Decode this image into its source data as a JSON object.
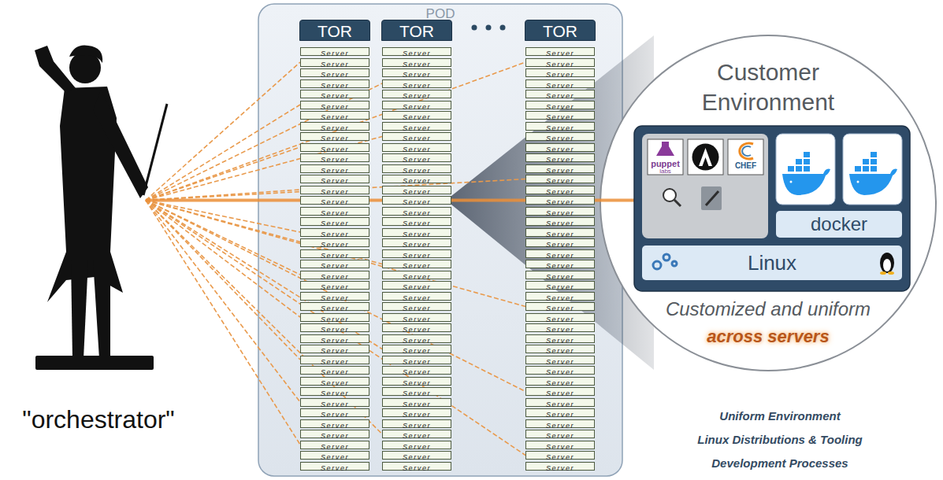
{
  "diagram": {
    "nodes": [
      {
        "text": [
          "POD"
        ]
      },
      {
        "text": [
          "TOR"
        ],
        "in": 0
      },
      {
        "text": [
          "TOR"
        ],
        "in": 0
      },
      {
        "text": [
          "TOR"
        ],
        "in": 0
      },
      {
        "text": [
          "Server"
        ],
        "in": 0
      },
      {
        "text": [
          "Server"
        ],
        "in": 0
      },
      {
        "text": [
          "Server"
        ],
        "in": 0
      },
      {
        "text": [
          "Server"
        ],
        "in": 0
      },
      {
        "text": [
          "Server"
        ],
        "in": 0
      },
      {
        "text": [
          "Server"
        ],
        "in": 0
      },
      {
        "text": [
          "Server"
        ],
        "in": 0
      },
      {
        "text": [
          "Server"
        ],
        "in": 0
      },
      {
        "text": [
          "Server"
        ],
        "in": 0
      },
      {
        "text": [
          "Server"
        ],
        "in": 0
      },
      {
        "text": [
          "Server"
        ],
        "in": 0
      },
      {
        "text": [
          "Server"
        ],
        "in": 0
      },
      {
        "text": [
          "Server"
        ],
        "in": 0
      },
      {
        "text": [
          "Server"
        ],
        "in": 0
      },
      {
        "text": [
          "Server"
        ],
        "in": 0
      },
      {
        "text": [
          "Server"
        ],
        "in": 0
      },
      {
        "text": [
          "Server"
        ],
        "in": 0
      },
      {
        "text": [
          "Server"
        ],
        "in": 0
      },
      {
        "text": [
          "Server"
        ],
        "in": 0
      },
      {
        "text": [
          "Server"
        ],
        "in": 0
      },
      {
        "text": [
          "Server"
        ],
        "in": 0
      },
      {
        "text": [
          "Server"
        ],
        "in": 0
      },
      {
        "text": [
          "Server"
        ],
        "in": 0
      },
      {
        "text": [
          "Server"
        ],
        "in": 0
      },
      {
        "text": [
          "Server"
        ],
        "in": 0
      },
      {
        "text": [
          "Server"
        ],
        "in": 0
      },
      {
        "text": [
          "Server"
        ],
        "in": 0
      },
      {
        "text": [
          "Server"
        ],
        "in": 0
      },
      {
        "text": [
          "Server"
        ],
        "in": 0
      },
      {
        "text": [
          "Server"
        ],
        "in": 0
      },
      {
        "text": [
          "Server"
        ],
        "in": 0
      },
      {
        "text": [
          "Server"
        ],
        "in": 0
      },
      {
        "text": [
          "Server"
        ],
        "in": 0
      },
      {
        "text": [
          "Server"
        ],
        "in": 0
      },
      {
        "text": [
          "Server"
        ],
        "in": 0
      },
      {
        "text": [
          "Server"
        ],
        "in": 0
      },
      {
        "text": [
          "Server"
        ],
        "in": 0
      },
      {
        "text": [
          "Server"
        ],
        "in": 0
      },
      {
        "text": [
          "Server"
        ],
        "in": 0
      },
      {
        "text": [
          "Server"
        ],
        "in": 0
      },
      {
        "text": [
          "Server"
        ],
        "in": 0
      },
      {
        "text": [
          "Server"
        ],
        "in": 0
      },
      {
        "text": [
          "Server"
        ],
        "in": 0
      },
      {
        "text": [
          "Server"
        ],
        "in": 0
      },
      {
        "text": [
          "Server"
        ],
        "in": 0
      },
      {
        "text": [
          "Server"
        ],
        "in": 0
      },
      {
        "text": [
          "Server"
        ],
        "in": 0
      },
      {
        "text": [
          "Server"
        ],
        "in": 0
      },
      {
        "text": [
          "Server"
        ],
        "in": 0
      },
      {
        "text": [
          "Server"
        ],
        "in": 0
      },
      {
        "text": [
          "Server"
        ],
        "in": 0
      },
      {
        "text": [
          "Server"
        ],
        "in": 0
      },
      {
        "text": [
          "Server"
        ],
        "in": 0
      },
      {
        "text": [
          "Server"
        ],
        "in": 0
      },
      {
        "text": [
          "Server"
        ],
        "in": 0
      },
      {
        "text": [
          "Server"
        ],
        "in": 0
      },
      {
        "text": [
          "Server"
        ],
        "in": 0
      },
      {
        "text": [
          "Server"
        ],
        "in": 0
      },
      {
        "text": [
          "Server"
        ],
        "in": 0
      },
      {
        "text": [
          "Server"
        ],
        "in": 0
      },
      {
        "text": [
          "Server"
        ],
        "in": 0
      },
      {
        "text": [
          "Server"
        ],
        "in": 0
      },
      {
        "text": [
          "Server"
        ],
        "in": 0
      },
      {
        "text": [
          "Server"
        ],
        "in": 0
      },
      {
        "text": [
          "Server"
        ],
        "in": 0
      },
      {
        "text": [
          "Server"
        ],
        "in": 0
      },
      {
        "text": [
          "Server"
        ],
        "in": 0
      },
      {
        "text": [
          "Server"
        ],
        "in": 0
      },
      {
        "text": [
          "Server"
        ],
        "in": 0
      },
      {
        "text": [
          "Server"
        ],
        "in": 0
      },
      {
        "text": [
          "Server"
        ],
        "in": 0
      },
      {
        "text": [
          "Server"
        ],
        "in": 0
      },
      {
        "text": [
          "Server"
        ],
        "in": 0
      },
      {
        "text": [
          "Server"
        ],
        "in": 0
      },
      {
        "text": [
          "Server"
        ],
        "in": 0
      },
      {
        "text": [
          "Server"
        ],
        "in": 0
      },
      {
        "text": [
          "Server"
        ],
        "in": 0
      },
      {
        "text": [
          "Server"
        ],
        "in": 0
      },
      {
        "text": [
          "Server"
        ],
        "in": 0
      },
      {
        "text": [
          "Server"
        ],
        "in": 0
      },
      {
        "text": [
          "Server"
        ],
        "in": 0
      },
      {
        "text": [
          "Server"
        ],
        "in": 0
      },
      {
        "text": [
          "Server"
        ],
        "in": 0
      },
      {
        "text": [
          "Server"
        ],
        "in": 0
      },
      {
        "text": [
          "Server"
        ],
        "in": 0
      },
      {
        "text": [
          "Server"
        ],
        "in": 0
      },
      {
        "text": [
          "Server"
        ],
        "in": 0
      },
      {
        "text": [
          "Server"
        ],
        "in": 0
      },
      {
        "text": [
          "Server"
        ],
        "in": 0
      },
      {
        "text": [
          "Server"
        ],
        "in": 0
      },
      {
        "text": [
          "Server"
        ],
        "in": 0
      },
      {
        "text": [
          "Server"
        ],
        "in": 0
      },
      {
        "text": [
          "Server"
        ],
        "in": 0
      },
      {
        "text": [
          "Server"
        ],
        "in": 0
      },
      {
        "text": [
          "Server"
        ],
        "in": 0
      },
      {
        "text": [
          "Server"
        ],
        "in": 0
      },
      {
        "text": [
          "Server"
        ],
        "in": 0
      },
      {
        "text": [
          "Server"
        ],
        "in": 0
      },
      {
        "text": [
          "Server"
        ],
        "in": 0
      },
      {
        "text": [
          "Server"
        ],
        "in": 0
      },
      {
        "text": [
          "Server"
        ],
        "in": 0
      },
      {
        "text": [
          "Server"
        ],
        "in": 0
      },
      {
        "text": [
          "Server"
        ],
        "in": 0
      },
      {
        "text": [
          "Server"
        ],
        "in": 0
      },
      {
        "text": [
          "Server"
        ],
        "in": 0
      },
      {
        "text": [
          "Server"
        ],
        "in": 0
      },
      {
        "text": [
          "Server"
        ],
        "in": 0
      },
      {
        "text": [
          "Server"
        ],
        "in": 0
      },
      {
        "text": [
          "Server"
        ],
        "in": 0
      },
      {
        "text": [
          "Server"
        ],
        "in": 0
      },
      {
        "text": [
          "Server"
        ],
        "in": 0
      },
      {
        "text": [
          "Server"
        ],
        "in": 0
      },
      {
        "text": [
          "Server"
        ],
        "in": 0
      },
      {
        "text": [
          "Server"
        ],
        "in": 0
      },
      {
        "text": [
          "Server"
        ],
        "in": 0
      },
      {
        "text": [
          "Server"
        ],
        "in": 0
      },
      {
        "text": [
          "Server"
        ],
        "in": 0
      },
      {
        "text": [
          "Server"
        ],
        "in": 0
      },
      {
        "text": [
          "Server"
        ],
        "in": 0
      },
      {
        "text": [
          "Server"
        ],
        "in": 0
      },
      {
        "text": [
          "Customer Environment",
          "Customized and uniform",
          "across servers"
        ]
      },
      {
        "text": [
          "docker"
        ],
        "in": 124
      },
      {
        "text": [
          "Linux"
        ],
        "in": 124
      }
    ],
    "labels": [
      "\"orchestrator\"",
      "puppet",
      "labs",
      "CHEF",
      "Uniform Environment",
      "Linux Distributions & Tooling",
      "Development Processes"
    ]
  }
}
